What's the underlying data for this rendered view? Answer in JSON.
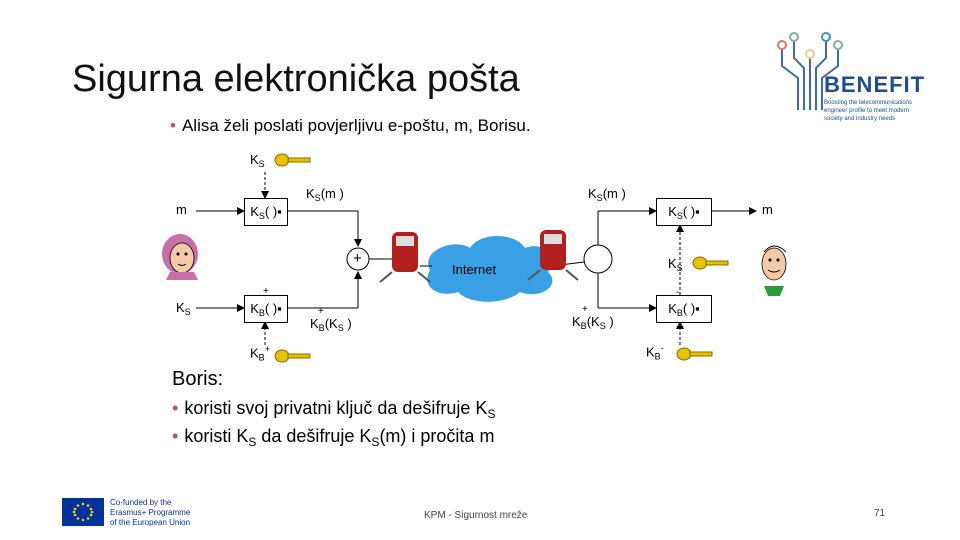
{
  "slide": {
    "title": "Sigurna elektronička pošta",
    "bullet": "Alisa želi poslati povjerljivu e-poštu, m, Borisu.",
    "page_number": "71",
    "footer": "KPM - Sigurnost mreže"
  },
  "logo_benefit": {
    "name": "BENEFIT",
    "tagline_1": "Boosting the telecommunications",
    "tagline_2": "engineer profile to meet modern",
    "tagline_3": "society and industry needs"
  },
  "logo_eu": {
    "line_1": "Co-funded by the",
    "line_2": "Erasmus+ Programme",
    "line_3": "of the European Union"
  },
  "diagram": {
    "ks": "K",
    "ks_sub": "S",
    "m": "m",
    "ks_box": "( )",
    "ks_m": "(m )",
    "kb": "K",
    "kb_sub": "B",
    "plus": "+",
    "minus": "-",
    "kb_ks": "(K",
    "paren_close": " )",
    "internet": "Internet"
  },
  "boris": {
    "heading": "Boris:",
    "bullet_1_prefix": "koristi svoj privatni ključ da dešifruje K",
    "bullet_1_sub": "S",
    "bullet_2_a": "koristi K",
    "bullet_2_sub_a": "S",
    "bullet_2_b": " da dešifruje K",
    "bullet_2_sub_b": "S",
    "bullet_2_c": "(m) i pročita m"
  },
  "colors": {
    "bullet_dot": "#b85450",
    "internet_cloud": "#3aa0e6",
    "key": "#e6c200",
    "eu_blue": "#003399",
    "benefit_blue": "#1f4e8c"
  }
}
